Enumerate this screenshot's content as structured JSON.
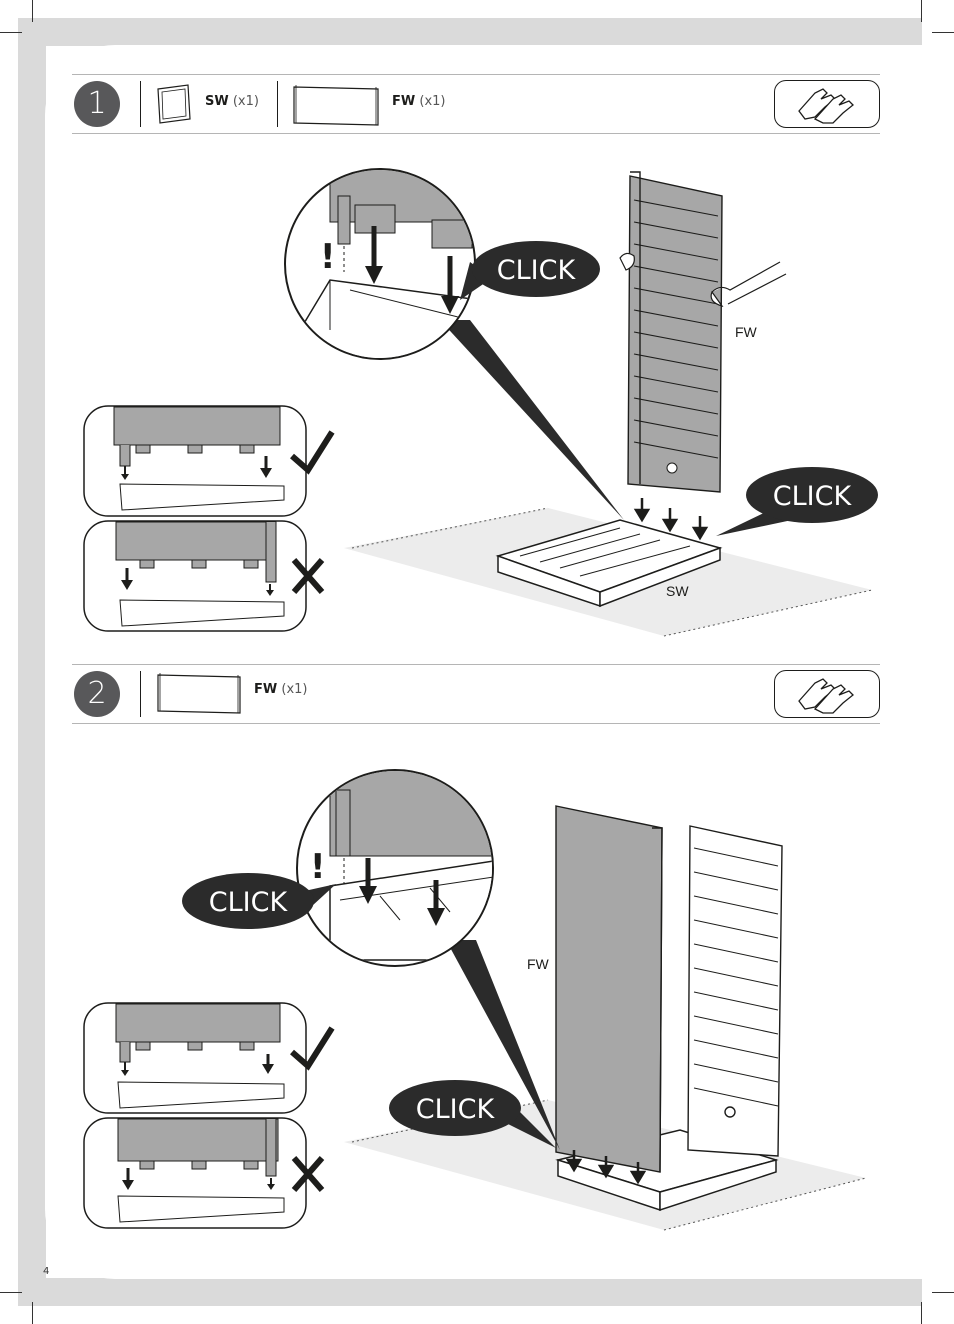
{
  "steps": [
    {
      "number": "1",
      "parts": [
        {
          "code": "SW",
          "qty": "(x1)"
        },
        {
          "code": "FW",
          "qty": "(x1)"
        }
      ],
      "tool_icon": "gloves-icon",
      "callouts": [
        "CLICK",
        "CLICK"
      ],
      "labels": {
        "panel": "FW",
        "base": "SW"
      },
      "warning": "!"
    },
    {
      "number": "2",
      "parts": [
        {
          "code": "FW",
          "qty": "(x1)"
        }
      ],
      "tool_icon": "gloves-icon",
      "callouts": [
        "CLICK",
        "CLICK"
      ],
      "labels": {
        "panel": "FW"
      },
      "warning": "!"
    }
  ],
  "page_number": "4",
  "colors": {
    "panel_grey": "#a7a7a7",
    "bubble": "#2b2b2b",
    "band": "#dadada",
    "step_circle": "#58585a"
  }
}
